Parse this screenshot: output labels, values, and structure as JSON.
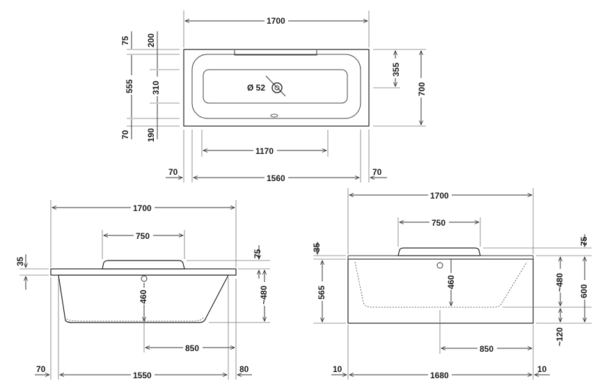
{
  "plan_view": {
    "width_top": "1700",
    "left_top": "75",
    "left_top2": "200",
    "left_mid": "555",
    "left_mid2": "310",
    "left_bot": "70",
    "left_bot2": "190",
    "right_half": "355",
    "right_total": "700",
    "drain": "Ø 52",
    "inner_width": "1170",
    "outer_left": "70",
    "bottom_width": "1560",
    "outer_right": "70"
  },
  "front_left": {
    "width_top": "1700",
    "headrest": "750",
    "rim": "35",
    "rim_right": "75",
    "depth": "460",
    "height_right": "~480",
    "drain_offset": "850",
    "left_off": "70",
    "base_width": "1550",
    "right_off": "80"
  },
  "front_right": {
    "width_top": "1700",
    "headrest": "750",
    "rim": "35",
    "rim_right": "75",
    "panel": "565",
    "depth": "460",
    "inner": "~480",
    "total": "600",
    "feet": "~120",
    "drain_offset": "850",
    "left_off": "10",
    "base_width": "1680",
    "right_off": "10"
  }
}
